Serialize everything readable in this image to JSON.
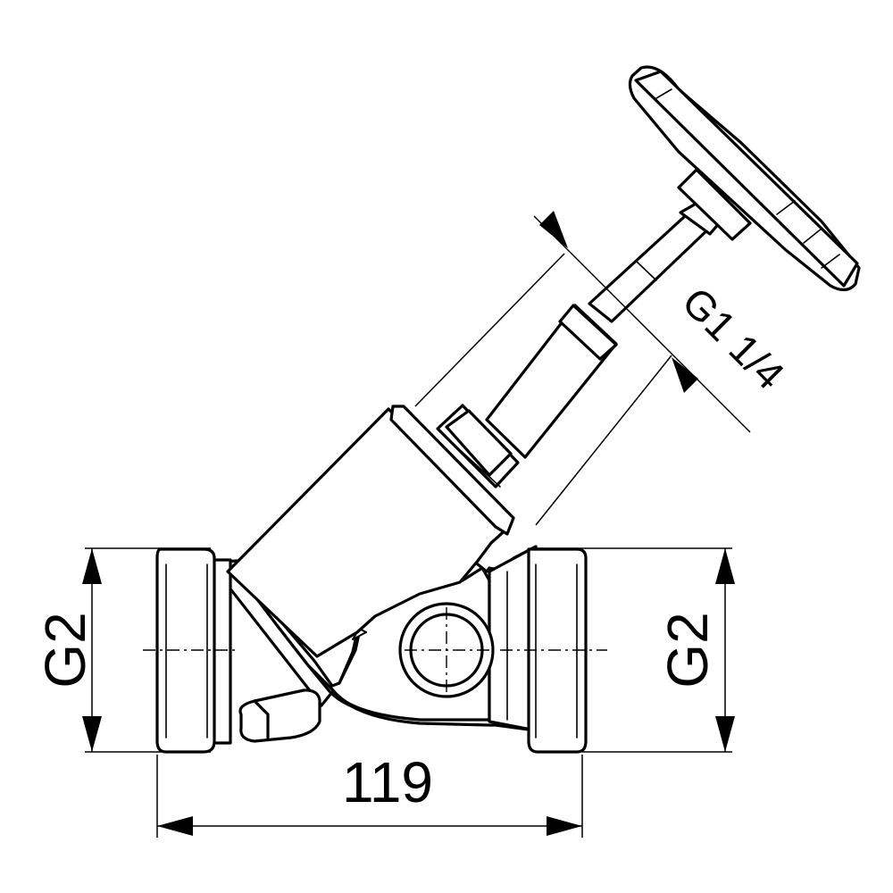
{
  "dimensions": {
    "length": "119",
    "inlet_thread": "G2",
    "outlet_thread": "G2",
    "bonnet_thread": "G1 1/4"
  },
  "colors": {
    "line": "#000000",
    "background": "#ffffff"
  },
  "icons": {
    "flow_direction": "arrow-left-icon"
  }
}
